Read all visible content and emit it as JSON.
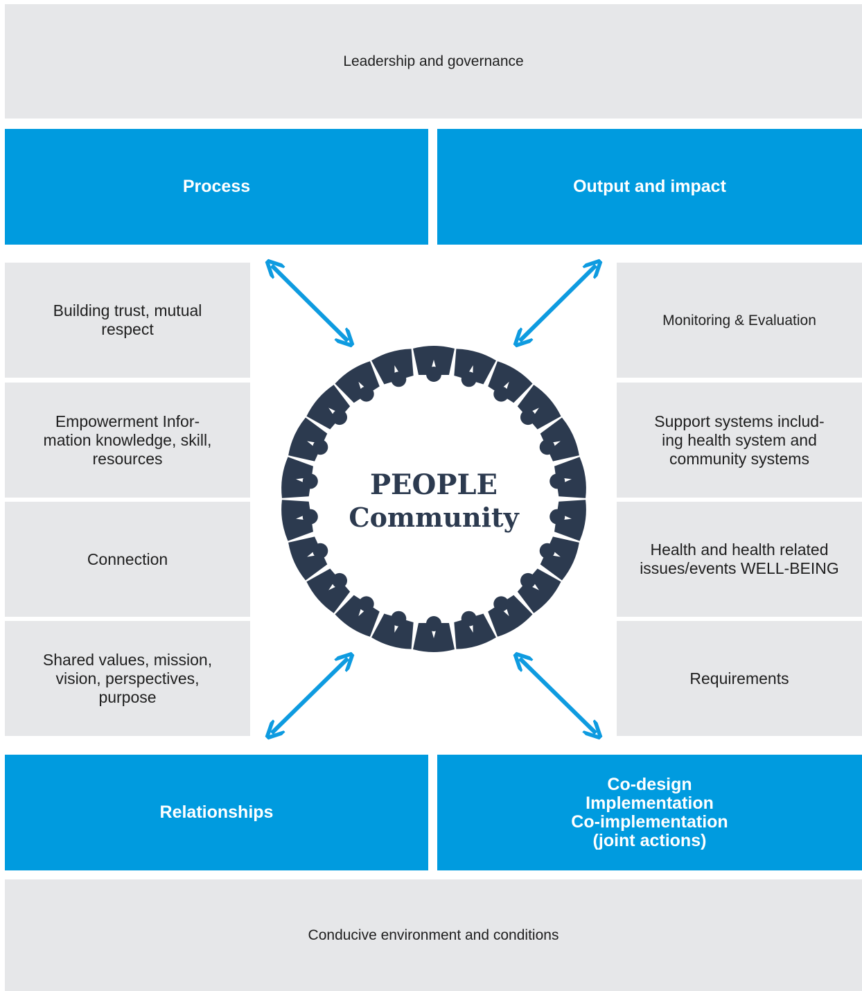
{
  "top_band": "Leadership and governance",
  "bottom_band": "Conducive environment and conditions",
  "quadrants": {
    "top_left": "Process",
    "top_right": "Output and impact",
    "bottom_left": "Relationships",
    "bottom_right": "Co-design\nImplementation\nCo-implementation\n(joint actions)"
  },
  "left_items": [
    "Building trust, mutual respect",
    "Empowerment Infor-\nmation knowledge, skill, resources",
    "Connection",
    "Shared  values, mission, vision, perspectives, purpose"
  ],
  "right_items": [
    "Monitoring & Evaluation",
    "Support systems includ-\ning health system and community systems",
    "Health and health related issues/events WELL-BEING",
    "Requirements"
  ],
  "center": {
    "line1": "PEOPLE",
    "line2": "Community",
    "icon": "people-circle-icon"
  },
  "colors": {
    "blue": "#009bdf",
    "grey": "#e6e7e9",
    "navy": "#2c3a4f",
    "arrow": "#0e9be0"
  }
}
